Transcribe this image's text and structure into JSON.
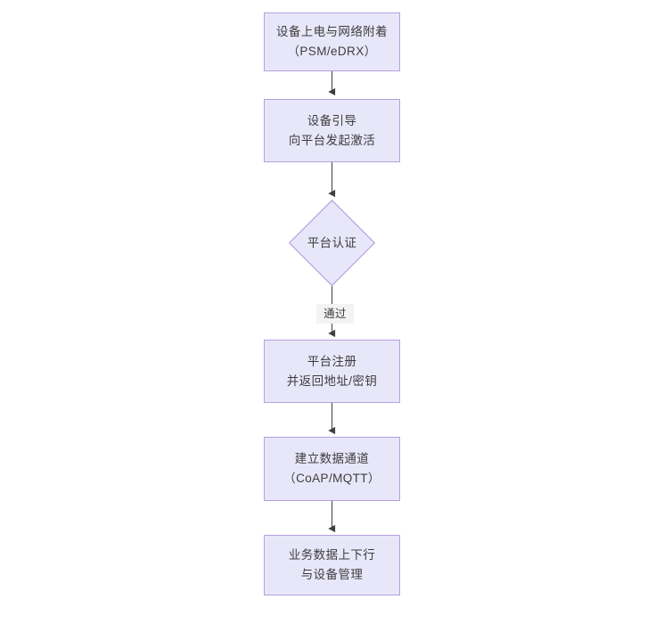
{
  "diagram": {
    "type": "flowchart",
    "orientation": "top-to-bottom",
    "title": "",
    "colors": {
      "node_fill": "#e8e7fa",
      "node_border": "#b79ee0",
      "node_text": "#3d3d3d",
      "edge_line": "#4a4a4a",
      "edge_label_bg": "#f3f3f3",
      "canvas_bg": "#ffffff"
    },
    "nodes": [
      {
        "id": "n1",
        "shape": "rect",
        "line1": "设备上电与网络附着",
        "line2": "（PSM/eDRX）"
      },
      {
        "id": "n2",
        "shape": "rect",
        "line1": "设备引导",
        "line2": "向平台发起激活"
      },
      {
        "id": "n3",
        "shape": "diamond",
        "line1": "平台认证",
        "line2": ""
      },
      {
        "id": "n4",
        "shape": "rect",
        "line1": "平台注册",
        "line2": "并返回地址/密钥"
      },
      {
        "id": "n5",
        "shape": "rect",
        "line1": "建立数据通道",
        "line2": "（CoAP/MQTT）"
      },
      {
        "id": "n6",
        "shape": "rect",
        "line1": "业务数据上下行",
        "line2": "与设备管理"
      }
    ],
    "edges": [
      {
        "id": "e1",
        "from": "n1",
        "to": "n2",
        "label": ""
      },
      {
        "id": "e2",
        "from": "n2",
        "to": "n3",
        "label": ""
      },
      {
        "id": "e3",
        "from": "n3",
        "to": "n4",
        "label": "通过"
      },
      {
        "id": "e4",
        "from": "n4",
        "to": "n5",
        "label": ""
      },
      {
        "id": "e5",
        "from": "n5",
        "to": "n6",
        "label": ""
      }
    ]
  }
}
